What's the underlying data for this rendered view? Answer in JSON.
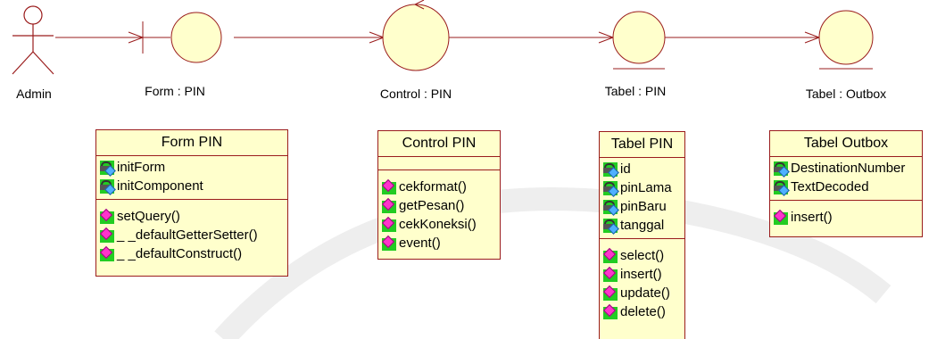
{
  "lifelines": {
    "admin": "Admin",
    "form": "Form : PIN",
    "control": "Control : PIN",
    "tabel_pin": "Tabel : PIN",
    "tabel_outbox": "Tabel : Outbox"
  },
  "classes": {
    "form_pin": {
      "name": "Form PIN",
      "attributes": [
        "initForm",
        "initComponent"
      ],
      "operations": [
        "setQuery()",
        "_ _defaultGetterSetter()",
        "_ _defaultConstruct()"
      ]
    },
    "control_pin": {
      "name": "Control PIN",
      "attributes": [],
      "operations": [
        "cekformat()",
        "getPesan()",
        "cekKoneksi()",
        "event()"
      ]
    },
    "tabel_pin": {
      "name": "Tabel PIN",
      "attributes": [
        "id",
        "pinLama",
        "pinBaru",
        "tanggal"
      ],
      "operations": [
        "select()",
        "insert()",
        "update()",
        "delete()"
      ]
    },
    "tabel_outbox": {
      "name": "Tabel Outbox",
      "attributes": [
        "DestinationNumber",
        "TextDecoded"
      ],
      "operations": [
        "insert()"
      ]
    }
  },
  "colors": {
    "line": "#9a1c1c",
    "circle_fill": "#ffffcc",
    "class_fill": "#ffffcc",
    "attr_icon": "#22cc22",
    "op_icon": "#ff33cc"
  }
}
